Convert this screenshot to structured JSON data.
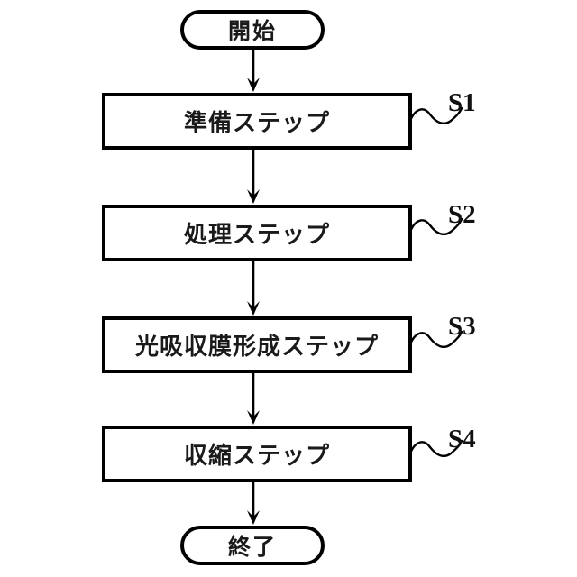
{
  "figure": {
    "type": "flowchart",
    "background_color": "#ffffff",
    "line_color": "#000000",
    "start": {
      "label": "開始"
    },
    "end": {
      "label": "終了"
    },
    "steps": [
      {
        "label": "準備ステップ",
        "ref": "S1"
      },
      {
        "label": "処理ステップ",
        "ref": "S2"
      },
      {
        "label": "光吸収膜形成ステップ",
        "ref": "S3"
      },
      {
        "label": "収縮ステップ",
        "ref": "S4"
      }
    ]
  }
}
